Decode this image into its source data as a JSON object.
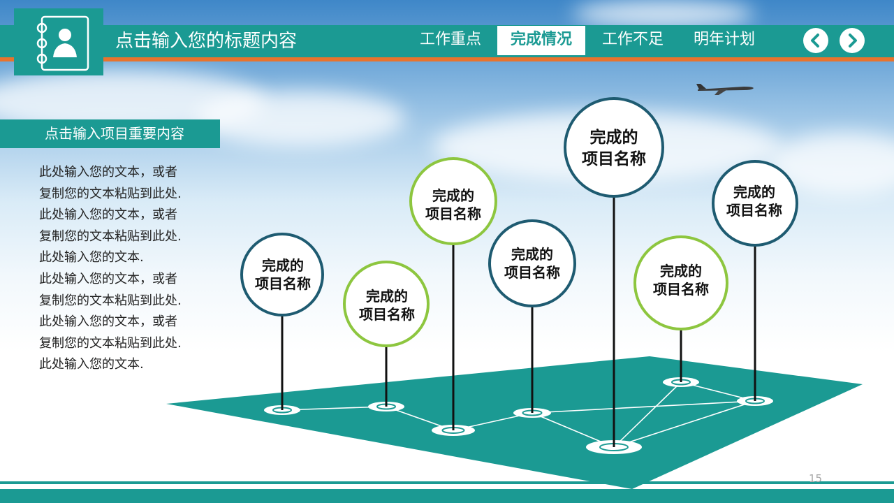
{
  "header": {
    "title": "点击输入您的标题内容",
    "tabs": [
      {
        "label": "工作重点",
        "active": false
      },
      {
        "label": "完成情况",
        "active": true
      },
      {
        "label": "工作不足",
        "active": false
      },
      {
        "label": "明年计划",
        "active": false
      }
    ],
    "prev_icon": "chevron-left-icon",
    "next_icon": "chevron-right-icon",
    "logo_icon": "contact-book-icon"
  },
  "section": {
    "subtitle": "点击输入项目重要内容",
    "body_lines": [
      "此处输入您的文本，或者",
      "复制您的文本粘贴到此处.",
      "此处输入您的文本，或者",
      "复制您的文本粘贴到此处.",
      "此处输入您的文本.",
      "此处输入您的文本，或者",
      "复制您的文本粘贴到此处.",
      "此处输入您的文本，或者",
      "复制您的文本粘贴到此处.",
      "此处输入您的文本."
    ]
  },
  "diagram": {
    "items": [
      {
        "line1": "完成的",
        "line2": "项目名称",
        "color": "#1e5b71"
      },
      {
        "line1": "完成的",
        "line2": "项目名称",
        "color": "#8dc63f"
      },
      {
        "line1": "完成的",
        "line2": "项目名称",
        "color": "#8dc63f"
      },
      {
        "line1": "完成的",
        "line2": "项目名称",
        "color": "#1e5b71"
      },
      {
        "line1": "完成的",
        "line2": "项目名称",
        "color": "#1e5b71"
      },
      {
        "line1": "完成的",
        "line2": "项目名称",
        "color": "#8dc63f"
      },
      {
        "line1": "完成的",
        "line2": "项目名称",
        "color": "#1e5b71"
      }
    ]
  },
  "footer": {
    "page_number": "15"
  },
  "colors": {
    "teal": "#1b9a93",
    "orange": "#e8732d",
    "navy": "#1e5b71",
    "green": "#8dc63f"
  }
}
